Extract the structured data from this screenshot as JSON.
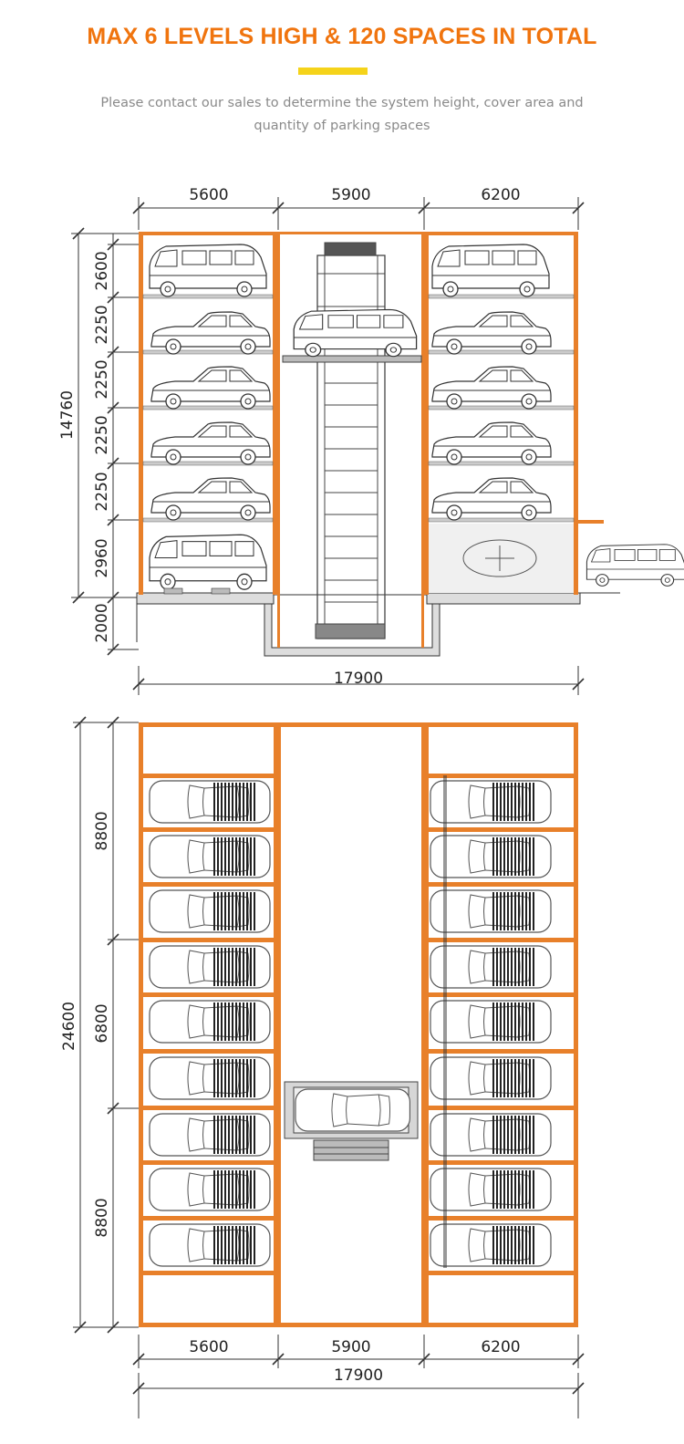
{
  "header": {
    "title": "MAX 6 LEVELS HIGH & 120 SPACES IN TOTAL",
    "subtitle_line1": "Please contact our sales to determine the system height, cover area and",
    "subtitle_line2": "quantity of parking spaces"
  },
  "colors": {
    "title": "#f0740e",
    "accent_bar": "#f5d31a",
    "frame": "#e8802a",
    "line": "#333333"
  },
  "elevation": {
    "widths": [
      "5600",
      "5900",
      "6200"
    ],
    "total_height": "14760",
    "level_heights": [
      "2600",
      "2250",
      "2250",
      "2250",
      "2250",
      "2960"
    ],
    "pit_depth": "2000",
    "total_width": "17900"
  },
  "plan": {
    "total_depth": "24600",
    "depth_segments": [
      "8800",
      "6800",
      "8800"
    ],
    "widths": [
      "5600",
      "5900",
      "6200"
    ],
    "total_width": "17900"
  }
}
